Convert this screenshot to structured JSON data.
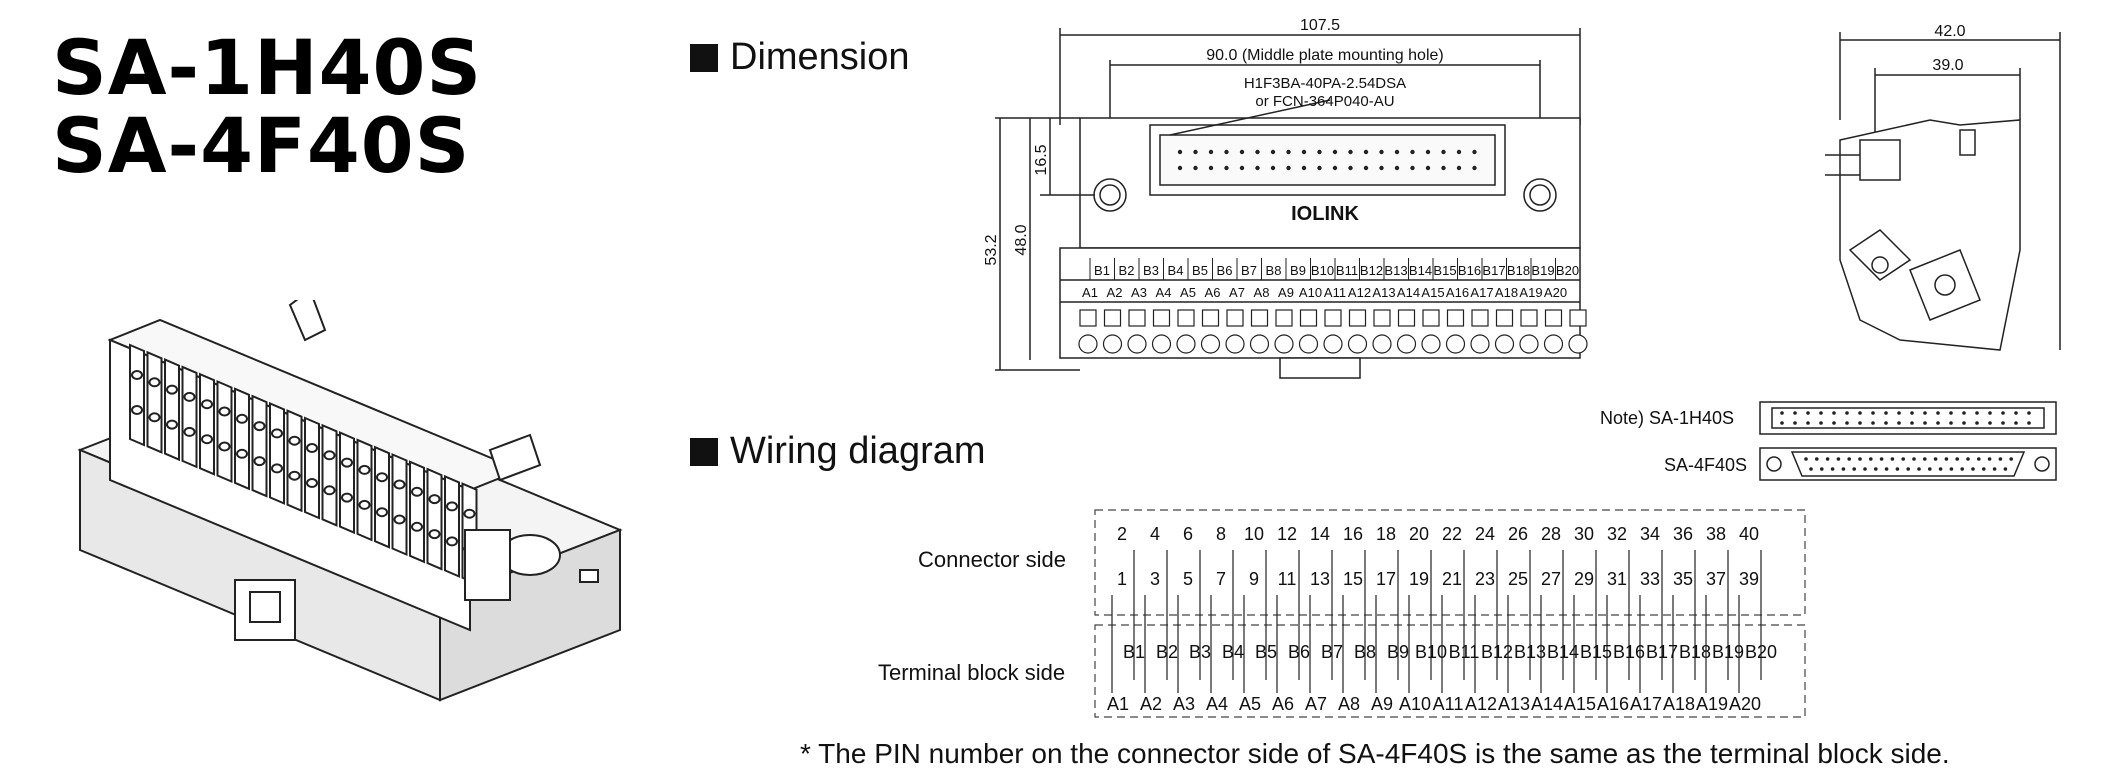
{
  "models": [
    "SA-1H40S",
    "SA-4F40S"
  ],
  "sections": {
    "dimension": "Dimension",
    "wiring": "Wiring diagram"
  },
  "dimensions": {
    "overall_width": "107.5",
    "hole_pitch": "90.0 (Middle plate mounting hole)",
    "connector_part_1": "H1F3BA-40PA-2.54DSA",
    "connector_part_2": "or FCN-364P040-AU",
    "height_1": "16.5",
    "height_2": "48.0",
    "height_3": "53.2",
    "side_width_1": "42.0",
    "side_width_2": "39.0",
    "brand": "IOLINK"
  },
  "terminals": {
    "row_b": [
      "B1",
      "B2",
      "B3",
      "B4",
      "B5",
      "B6",
      "B7",
      "B8",
      "B9",
      "B10",
      "B11",
      "B12",
      "B13",
      "B14",
      "B15",
      "B16",
      "B17",
      "B18",
      "B19",
      "B20"
    ],
    "row_a": [
      "A1",
      "A2",
      "A3",
      "A4",
      "A5",
      "A6",
      "A7",
      "A8",
      "A9",
      "A10",
      "A11",
      "A12",
      "A13",
      "A14",
      "A15",
      "A16",
      "A17",
      "A18",
      "A19",
      "A20"
    ]
  },
  "connectors": {
    "note_label": "Note) SA-1H40S",
    "second_label": "SA-4F40S"
  },
  "wiring": {
    "connector_side_label": "Connector side",
    "terminal_side_label": "Terminal block side",
    "even_pins": [
      "2",
      "4",
      "6",
      "8",
      "10",
      "12",
      "14",
      "16",
      "18",
      "20",
      "22",
      "24",
      "26",
      "28",
      "30",
      "32",
      "34",
      "36",
      "38",
      "40"
    ],
    "odd_pins": [
      "1",
      "3",
      "5",
      "7",
      "9",
      "11",
      "13",
      "15",
      "17",
      "19",
      "21",
      "23",
      "25",
      "27",
      "29",
      "31",
      "33",
      "35",
      "37",
      "39"
    ]
  },
  "footnote": "* The PIN number on the connector side of SA-4F40S is the same as the terminal block side."
}
